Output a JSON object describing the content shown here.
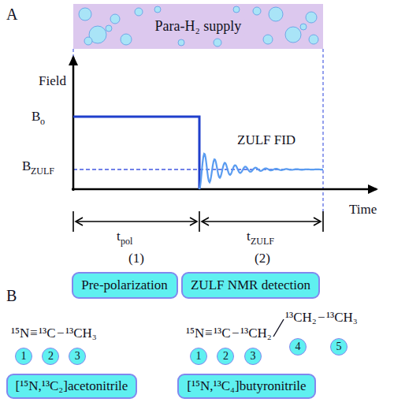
{
  "diagram": {
    "nodes": [
      {
        "text": [
          "Para-H₂ supply"
        ]
      },
      {
        "text": [
          "Pre-polarization"
        ]
      },
      {
        "text": [
          "ZULF NMR detection"
        ]
      },
      {
        "text": [
          "1"
        ]
      },
      {
        "text": [
          "2"
        ]
      },
      {
        "text": [
          "3"
        ]
      },
      {
        "text": [
          "[¹⁵N,¹³C₂]acetonitrile"
        ]
      },
      {
        "text": [
          "1"
        ]
      },
      {
        "text": [
          "2"
        ]
      },
      {
        "text": [
          "3"
        ]
      },
      {
        "text": [
          "4"
        ]
      },
      {
        "text": [
          "5"
        ]
      },
      {
        "text": [
          "[¹⁵N,¹³C₄]butyronitrile"
        ]
      }
    ],
    "labels": [
      "A",
      "Field",
      "B",
      "o",
      "B",
      "ZULF",
      "ZULF FID",
      "Time",
      "t",
      "pol",
      "t",
      "ZULF",
      "(1)",
      "(2)",
      "B",
      "¹⁵N",
      "≡",
      "¹³C",
      "−",
      "¹³CH₃",
      "¹⁵N",
      "≡",
      "¹³C",
      "−",
      "¹³CH₂",
      "¹³CH₂",
      "−",
      "¹³CH₃"
    ]
  }
}
